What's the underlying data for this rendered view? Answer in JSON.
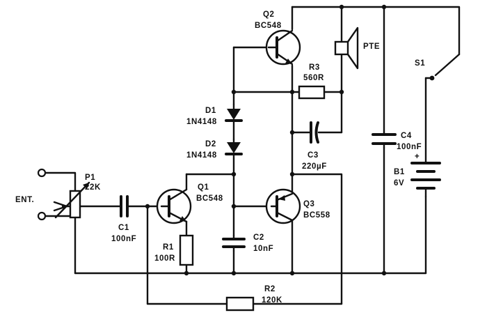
{
  "components": {
    "p1": {
      "ref": "P1",
      "value": "22K"
    },
    "ent": {
      "label": "ENT."
    },
    "c1": {
      "ref": "C1",
      "value": "100nF"
    },
    "q1": {
      "ref": "Q1",
      "value": "BC548"
    },
    "r1": {
      "ref": "R1",
      "value": "100R"
    },
    "d1": {
      "ref": "D1",
      "value": "1N4148"
    },
    "d2": {
      "ref": "D2",
      "value": "1N4148"
    },
    "c2": {
      "ref": "C2",
      "value": "10nF"
    },
    "q2": {
      "ref": "Q2",
      "value": "BC548"
    },
    "r3": {
      "ref": "R3",
      "value": "560R"
    },
    "pte": {
      "label": "PTE"
    },
    "c3": {
      "ref": "C3",
      "value": "220µF"
    },
    "q3": {
      "ref": "Q3",
      "value": "BC558"
    },
    "r2": {
      "ref": "R2",
      "value": "120K"
    },
    "c4": {
      "ref": "C4",
      "value": "100nF"
    },
    "s1": {
      "ref": "S1"
    },
    "b1": {
      "ref": "B1",
      "value": "6V"
    }
  }
}
